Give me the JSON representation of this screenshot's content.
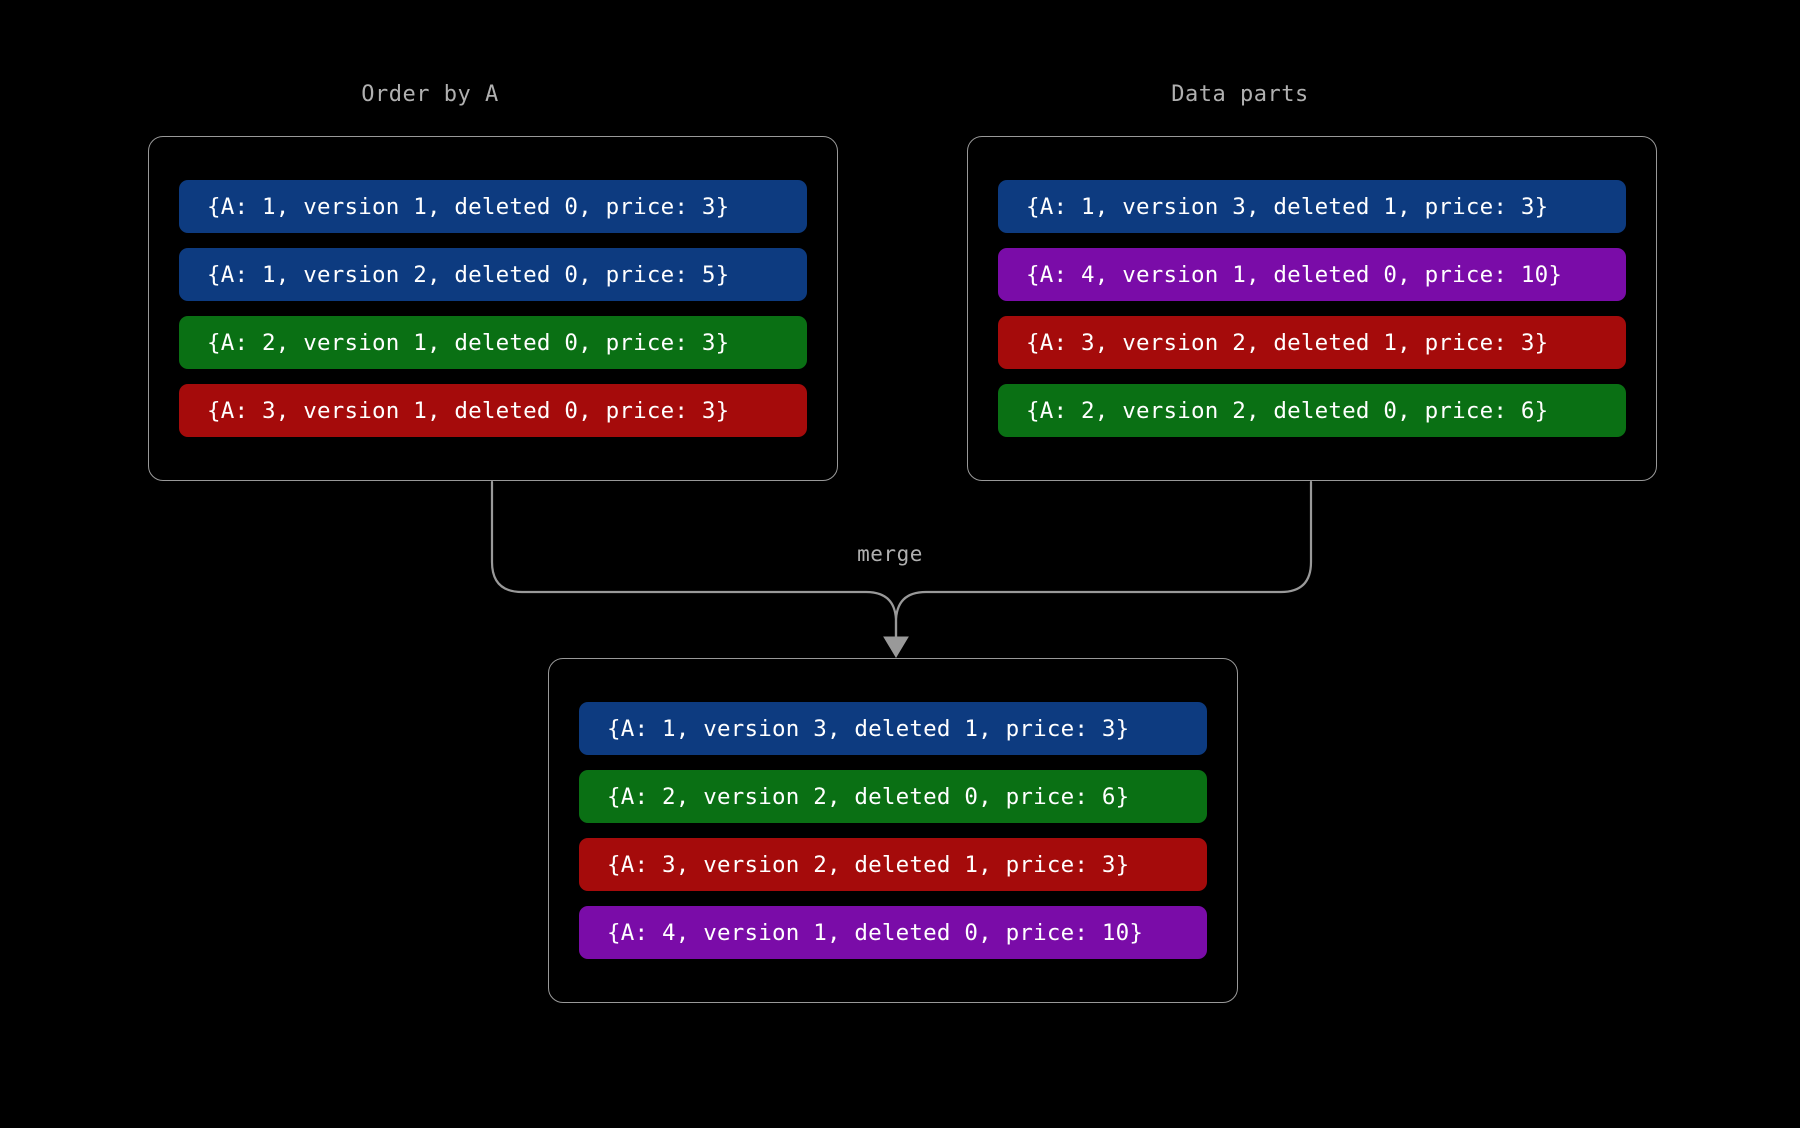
{
  "background_color": "#000000",
  "colors": {
    "blue": "#0d3b80",
    "green": "#0a7014",
    "red": "#a50b0b",
    "purple": "#7a0ca8",
    "panel_border": "#999999",
    "connector": "#999999",
    "row_text": "#ffffff",
    "label_text": "#b0b0b0"
  },
  "panels": {
    "order_by_a": {
      "title": "Order by A",
      "rows": [
        {
          "text": "{A: 1, version 1, deleted 0, price: 3}",
          "color": "blue"
        },
        {
          "text": "{A: 1, version 2, deleted 0, price: 5}",
          "color": "blue"
        },
        {
          "text": "{A: 2, version 1, deleted 0, price: 3}",
          "color": "green"
        },
        {
          "text": "{A: 3, version 1, deleted 0, price: 3}",
          "color": "red"
        }
      ]
    },
    "data_parts": {
      "title": "Data parts",
      "rows": [
        {
          "text": "{A: 1, version 3, deleted 1, price: 3}",
          "color": "blue"
        },
        {
          "text": "{A: 4, version 1, deleted 0, price: 10}",
          "color": "purple"
        },
        {
          "text": "{A: 3, version 2, deleted 1, price: 3}",
          "color": "red"
        },
        {
          "text": "{A: 2, version 2, deleted 0, price: 6}",
          "color": "green"
        }
      ]
    },
    "merged": {
      "title": "",
      "rows": [
        {
          "text": "{A: 1, version 3, deleted 1, price: 3}",
          "color": "blue"
        },
        {
          "text": "{A: 2, version 2, deleted 0, price: 6}",
          "color": "green"
        },
        {
          "text": "{A: 3, version 2, deleted 1, price: 3}",
          "color": "red"
        },
        {
          "text": "{A: 4, version 1, deleted 0, price: 10}",
          "color": "purple"
        }
      ]
    }
  },
  "connector": {
    "label": "merge",
    "arrow_icon": "arrow-down-icon"
  }
}
